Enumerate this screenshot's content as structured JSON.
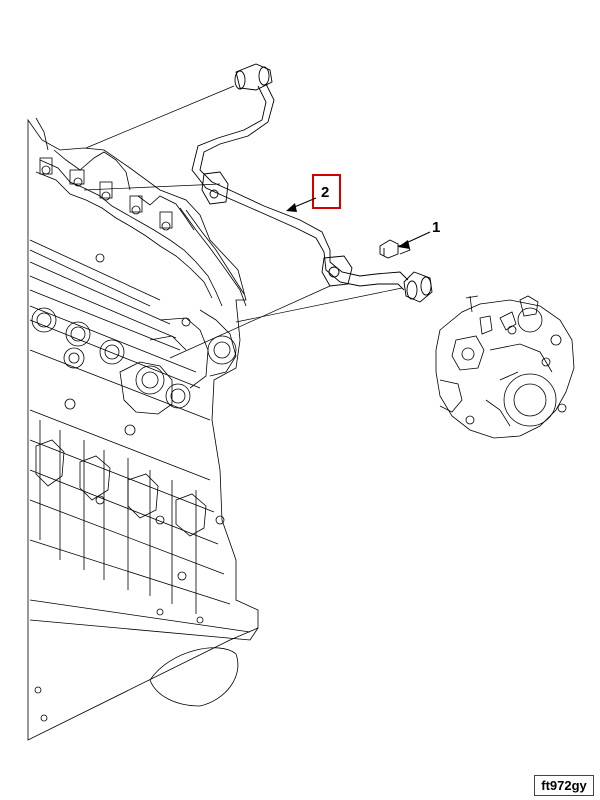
{
  "callouts": {
    "part1": "1",
    "part2": "2"
  },
  "figure_id": "ft972gy",
  "colors": {
    "line": "#000000",
    "highlight_box": "#d40000",
    "background": "#ffffff"
  }
}
